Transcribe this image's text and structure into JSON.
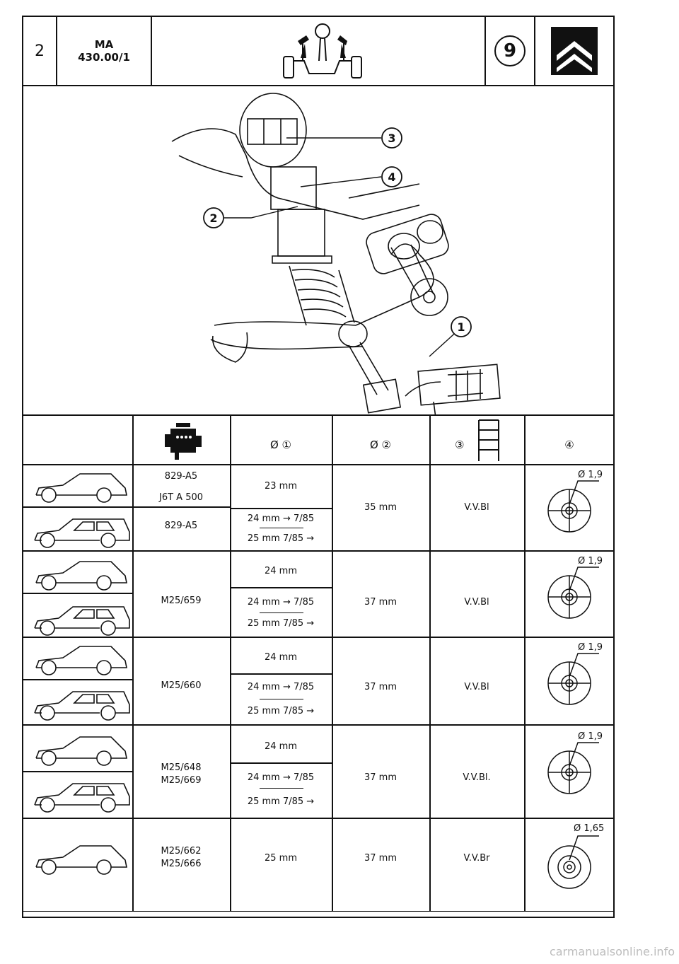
{
  "header": {
    "page_number": "2",
    "ref_line1": "MA",
    "ref_line2": "430.00/1",
    "section_number": "9"
  },
  "diagram_callouts": [
    "1",
    "2",
    "3",
    "4"
  ],
  "table": {
    "col_headers": [
      "Ø ①",
      "Ø ②",
      "③",
      "④"
    ],
    "rows": [
      {
        "engine": "829-A5",
        "engine2": "J6T A 500",
        "d1": "23 mm",
        "d2": "35 mm",
        "col3": "V.V.Bl",
        "col4": "Ø 1,9"
      },
      {
        "engine": "829-A5",
        "d1a": "24 mm → 7/85",
        "d1b": "25 mm 7/85 →"
      },
      {
        "engine": "M25/659",
        "d1": "24 mm",
        "d1a": "24 mm → 7/85",
        "d1b": "25 mm 7/85 →",
        "d2": "37 mm",
        "col3": "V.V.Bl",
        "col4": "Ø 1,9"
      },
      {
        "engine": "M25/660",
        "d1": "24 mm",
        "d1a": "24 mm → 7/85",
        "d1b": "25 mm 7/85 →",
        "d2": "37 mm",
        "col3": "V.V.Bl",
        "col4": "Ø 1,9"
      },
      {
        "engine": "M25/648",
        "engine2": "M25/669",
        "d1": "24 mm",
        "d1a": "24 mm → 7/85",
        "d1b": "25 mm 7/85 →",
        "d2": "37 mm",
        "col3": "V.V.Bl.",
        "col4": "Ø 1,9"
      },
      {
        "engine": "M25/662",
        "engine2": "M25/666",
        "d1": "25 mm",
        "d2": "37 mm",
        "col3": "V.V.Br",
        "col4": "Ø 1,65"
      }
    ]
  },
  "footer_watermark": "carmanualsonline.info"
}
